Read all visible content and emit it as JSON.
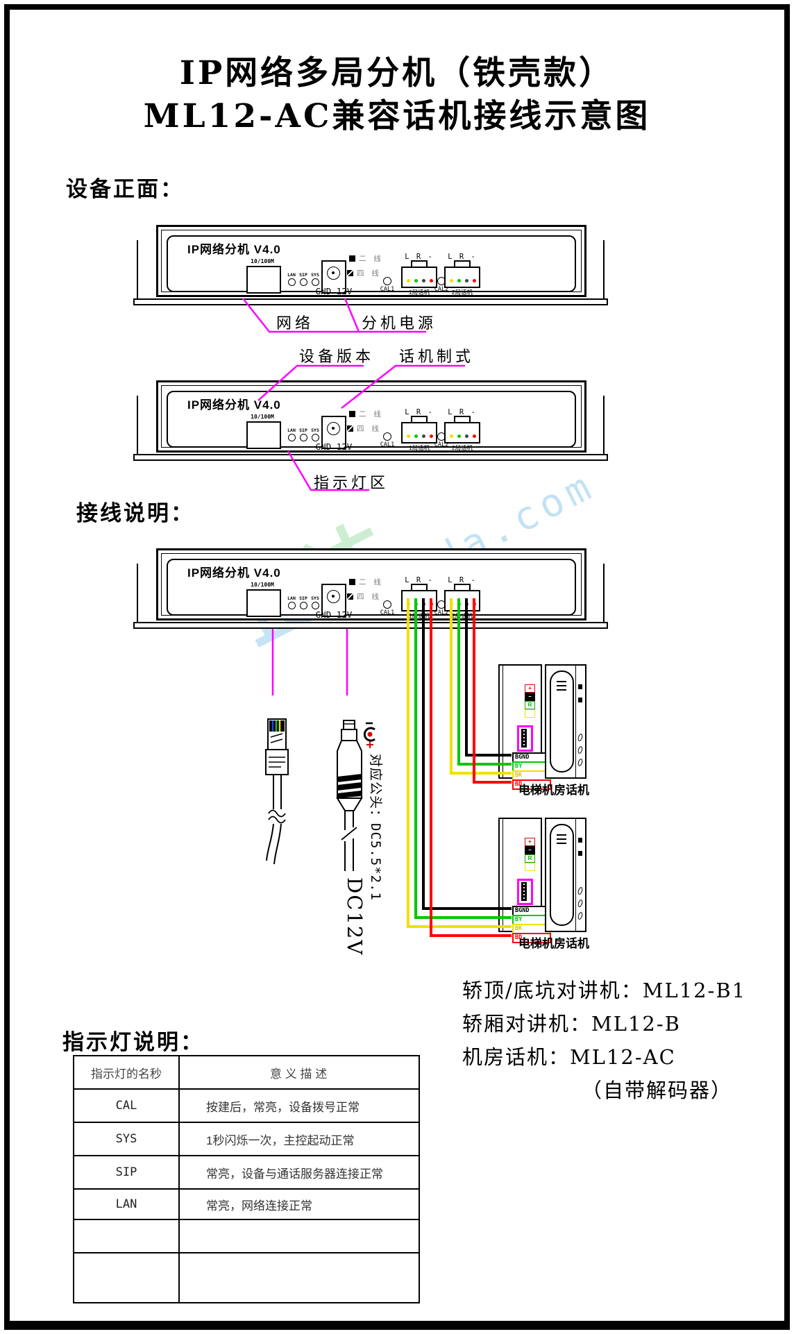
{
  "title": {
    "line1": "IP网络多局分机（铁壳款）",
    "line2": "ML12-AC兼容话机接线示意图"
  },
  "sections": {
    "front": "设备正面：",
    "wiring": "接线说明：",
    "indicator": "指示灯说明："
  },
  "panel": {
    "title": "IP网络分机 V4.0",
    "port_label": "10/100M",
    "leds": [
      "LAN",
      "SIP",
      "SYS"
    ],
    "power_label": "GND 12V",
    "wire_mode_2": "二 线",
    "wire_mode_4": "四 线",
    "cal1": "CAL1",
    "phone1": "1局话机",
    "cal2": "CAL2",
    "phone2": "2局话机",
    "pin_labels": "L R - +"
  },
  "callouts": {
    "network": "网络",
    "power": "分机电源",
    "version": "设备版本",
    "phone_standard": "话机制式",
    "indicator_area": "指示灯区"
  },
  "cables": {
    "dc_plug_note": "对应公头：DC5.5*2.1",
    "dc_voltage": "DC12V"
  },
  "phones": {
    "label": "电梯机房话机",
    "plus": "+",
    "minus": "−",
    "r_label": "R",
    "terminals": [
      "BGND",
      "BY",
      "BK",
      "BD"
    ]
  },
  "notes": {
    "line1": "轿顶/底坑对讲机：ML12-B1",
    "line2": "轿厢对讲机：ML12-B",
    "line3": "机房话机：ML12-AC",
    "line4": "（自带解码器）"
  },
  "table": {
    "headers": [
      "指示灯的名秒",
      "意  义  描  述"
    ],
    "rows": [
      [
        "CAL",
        "按建后，常亮，设备拨号正常"
      ],
      [
        "SYS",
        "1秒闪烁一次，主控起动正常"
      ],
      [
        "SIP",
        "常亮，设备与通话服务器连接正常"
      ],
      [
        "LAN",
        "常亮，网络连接正常"
      ],
      [
        "",
        ""
      ],
      [
        "",
        ""
      ]
    ]
  },
  "watermark": {
    "zh1": "正",
    "zh2": "达",
    "url": "jxzda.com"
  },
  "colors": {
    "callout_line": "#FF00FF",
    "wire_yellow": "#F0E000",
    "wire_green": "#00C800",
    "wire_black": "#000000",
    "wire_red": "#FF0000",
    "terminal_bgnd": "#000000",
    "terminal_by": "#00C800",
    "terminal_bk": "#F0E000",
    "terminal_bd": "#FF0000",
    "polarity_plus": "#E00000"
  },
  "wiring_map": [
    {
      "wire": "yellow",
      "panel_pin": "L",
      "phone_terminal": "BK"
    },
    {
      "wire": "green",
      "panel_pin": "R",
      "phone_terminal": "BY"
    },
    {
      "wire": "black",
      "panel_pin": "-",
      "phone_terminal": "BGND"
    },
    {
      "wire": "red",
      "panel_pin": "+",
      "phone_terminal": "BD"
    }
  ]
}
